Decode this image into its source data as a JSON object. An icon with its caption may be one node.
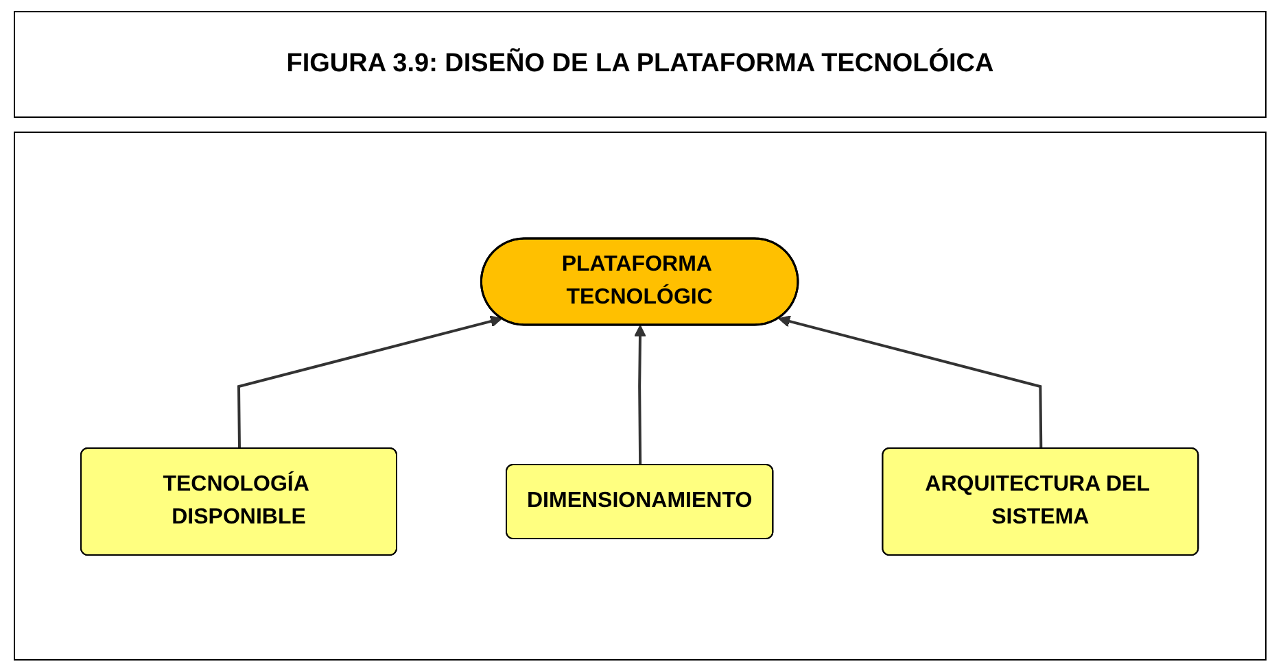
{
  "diagram": {
    "title": "FIGURA 3.9: DISEÑO DE LA PLATAFORMA TECNOLÓICA",
    "nodes": [
      {
        "text": [
          "PLATAFORMA TECNOLÓGIC"
        ]
      },
      {
        "text": [
          "TECNOLOGÍA DISPONIBLE"
        ]
      },
      {
        "text": [
          "DIMENSIONAMIENTO"
        ]
      },
      {
        "text": [
          "ARQUITECTURA DEL SISTEMA"
        ]
      }
    ],
    "edges": [
      {
        "from": 1,
        "to": 0,
        "arrow": "to"
      },
      {
        "from": 2,
        "to": 0,
        "arrow": "to"
      },
      {
        "from": 3,
        "to": 0,
        "arrow": "to"
      }
    ]
  }
}
